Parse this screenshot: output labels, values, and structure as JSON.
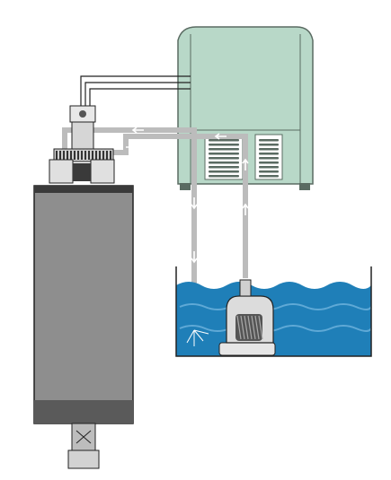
{
  "diagram": {
    "components": [
      {
        "id": "inverter",
        "icon": "inverter-cabinet-icon"
      },
      {
        "id": "spindle",
        "icon": "spindle-motor-icon"
      },
      {
        "id": "water-pump",
        "icon": "water-pump-icon"
      },
      {
        "id": "water-tank",
        "icon": "water-tank-icon"
      },
      {
        "id": "power-cable",
        "icon": "cable-icon"
      },
      {
        "id": "cooling-pipes",
        "icon": "pipe-icon"
      }
    ],
    "flow": [
      {
        "from": "water-pump",
        "to": "spindle",
        "via": "supply-pipe"
      },
      {
        "from": "spindle",
        "to": "water-tank",
        "via": "return-pipe"
      },
      {
        "from": "inverter",
        "to": "spindle",
        "via": "power-cable"
      }
    ]
  },
  "colors": {
    "cabinet_fill": "#b8d8c8",
    "cabinet_stroke": "#5a6b62",
    "spindle_body": "#8e8e8e",
    "spindle_dark": "#3a3a3a",
    "water": "#1f7fb8",
    "water_light": "#5fa9d6",
    "pipe": "#bcbcbc",
    "arrow": "#ffffff",
    "outline": "#222222"
  }
}
